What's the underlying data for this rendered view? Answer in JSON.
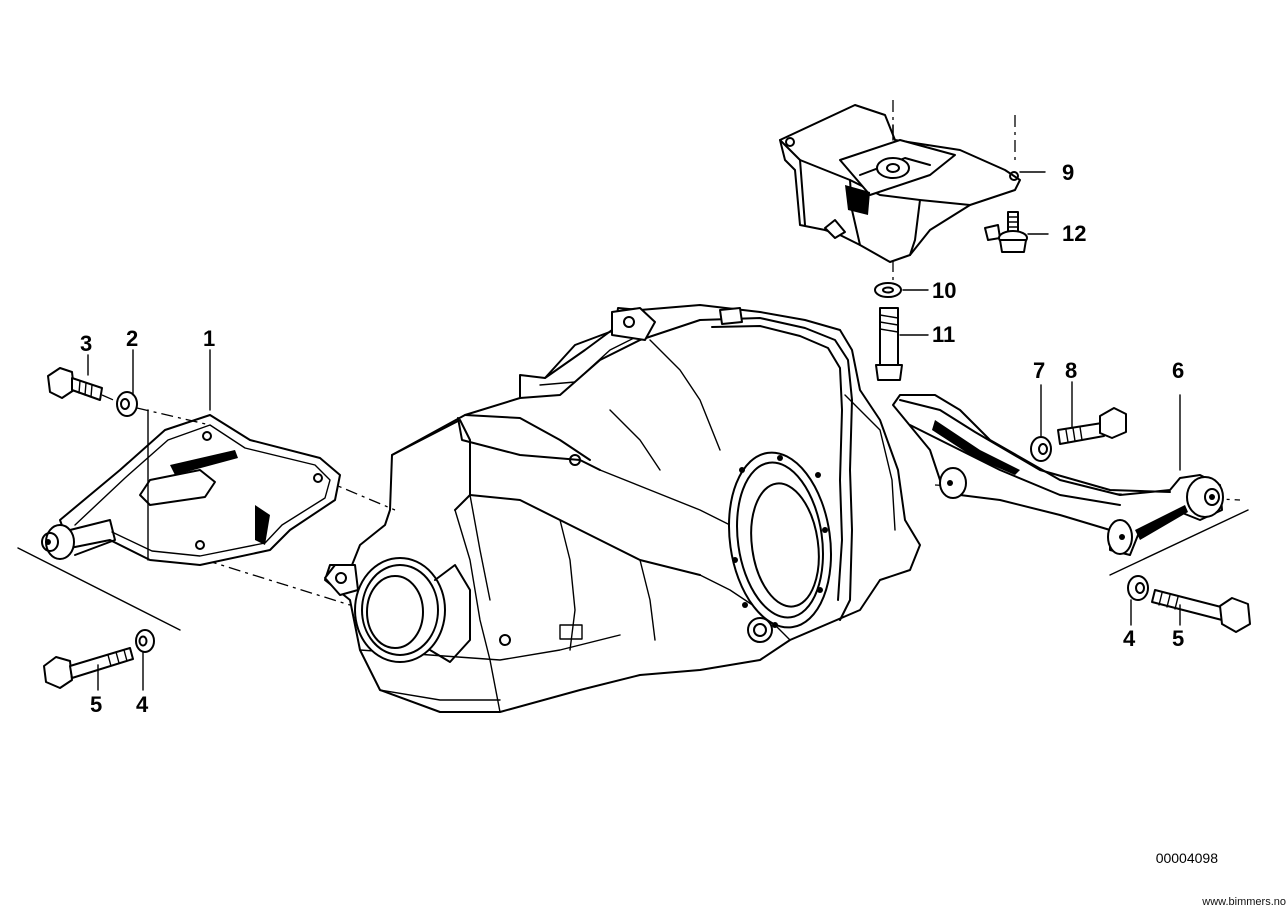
{
  "callouts": {
    "c1": "1",
    "c2": "2",
    "c3": "3",
    "c4a": "4",
    "c4b": "4",
    "c5a": "5",
    "c5b": "5",
    "c6": "6",
    "c7": "7",
    "c8": "8",
    "c9": "9",
    "c10": "10",
    "c11": "11",
    "c12": "12"
  },
  "diagram_number": "00004098",
  "watermark": "www.bimmers.no",
  "colors": {
    "ink": "#000000",
    "paper": "#ffffff"
  }
}
